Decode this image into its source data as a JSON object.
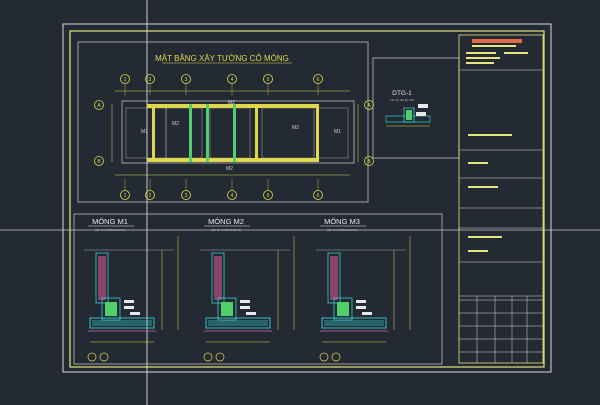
{
  "drawing": {
    "plan_title": "MẶT BẰNG XÂY TƯỜNG CỔ MÓNG",
    "plan_labels": {
      "m1": "M1",
      "m2": "M2"
    },
    "detail_title": "DTG-1",
    "detail_note": "(SL=1) Ф4 @ 150",
    "sections": [
      {
        "title": "MÓNG M1",
        "note": "(SL=3, KHÔNG GIAN)"
      },
      {
        "title": "MÓNG M2",
        "note": "(SL=3, KHÔNG GIAN)"
      },
      {
        "title": "MÓNG M3",
        "note": "(SL=3, KHÔNG GIAN)"
      }
    ],
    "axis_numbers": [
      "1",
      "2",
      "3",
      "4",
      "5",
      "6"
    ],
    "axis_letters": [
      "A",
      "B"
    ],
    "colors": {
      "background": "#232a33",
      "frame": "#d8d8d8",
      "border": "#e6e67a",
      "wall": "#e0d84a",
      "wall_alt": "#4fd06a",
      "annot": "#e0d84a",
      "concrete": "#36d0d0",
      "hatch": "#e05a9a"
    }
  }
}
